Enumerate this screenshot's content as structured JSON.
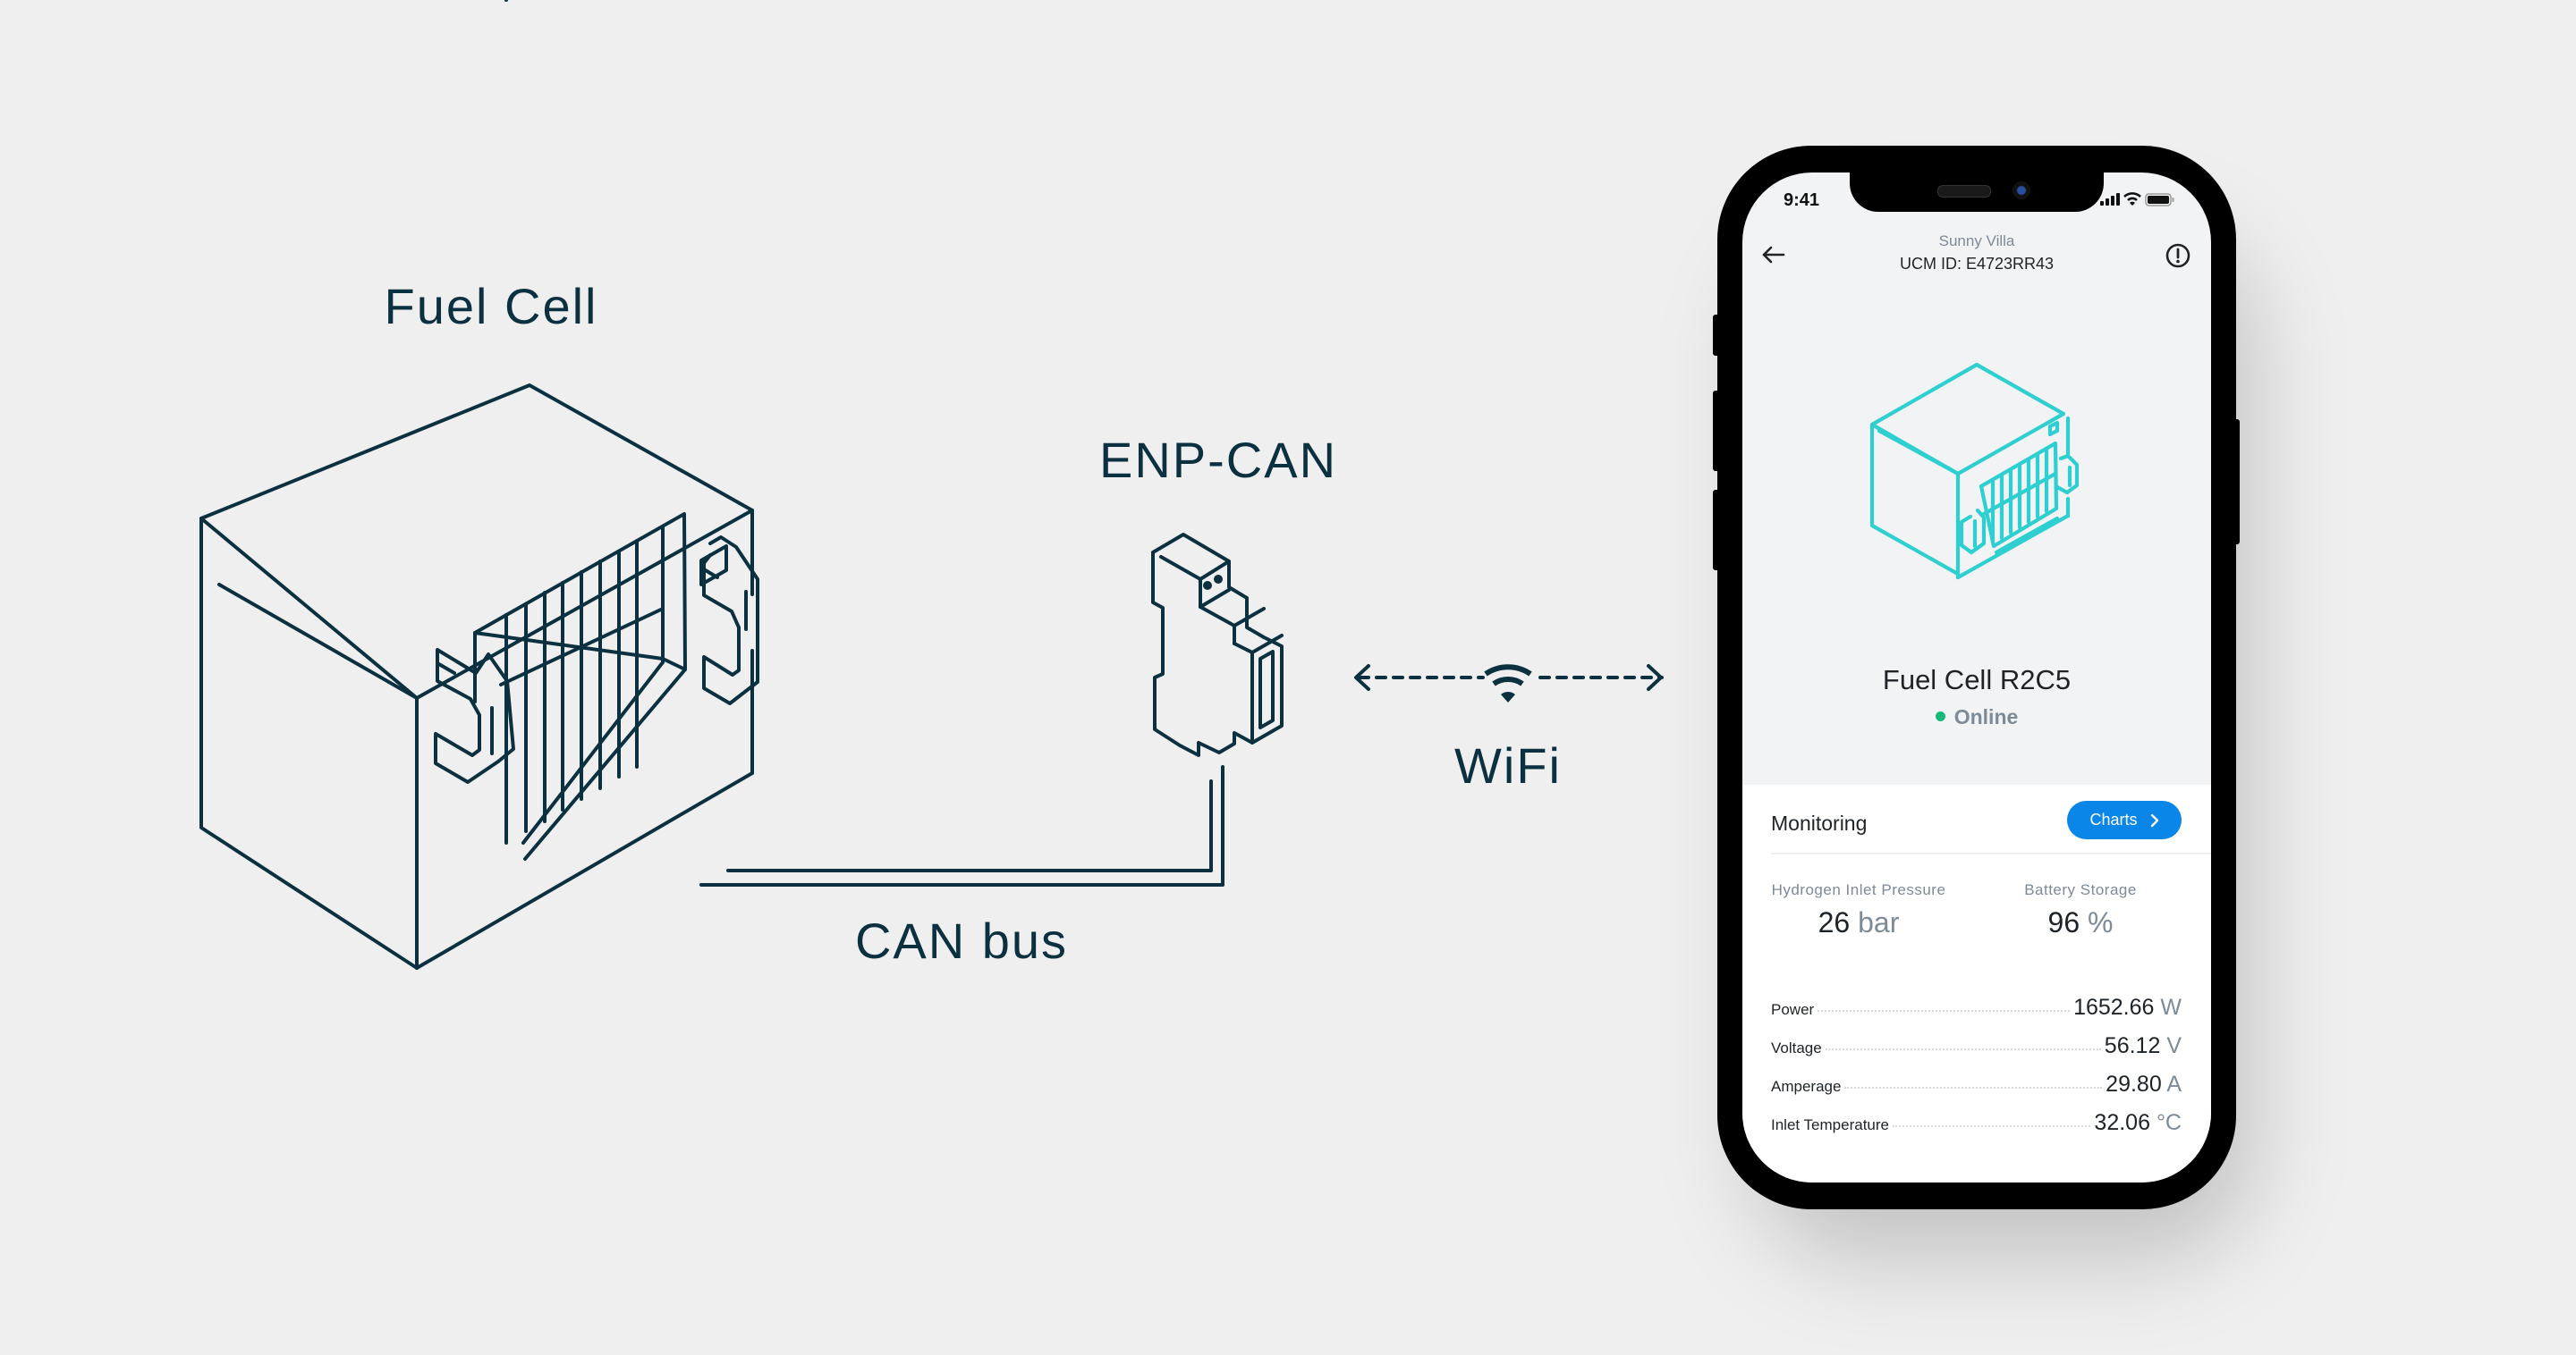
{
  "diagram": {
    "labels": {
      "fuel_cell": "Fuel Cell",
      "enp_can": "ENP-CAN",
      "wifi": "WiFi",
      "can_bus": "CAN bus"
    },
    "colors": {
      "line": "#0b3040",
      "background": "#efefef",
      "accent_teal": "#2ecfd0"
    },
    "connections": [
      {
        "from": "Fuel Cell",
        "to": "ENP-CAN",
        "label": "CAN bus",
        "style": "double-solid"
      },
      {
        "from": "ENP-CAN",
        "to": "Phone App",
        "label": "WiFi",
        "style": "dashed-bidirectional"
      }
    ]
  },
  "phone": {
    "status_bar": {
      "time": "9:41",
      "icons": [
        "signal-icon",
        "wifi-icon",
        "battery-icon"
      ]
    },
    "header": {
      "subtitle": "Sunny Villa",
      "title": "UCM ID: E4723RR43",
      "back_icon": "arrow-left-icon",
      "alert_icon": "exclamation-circle-icon"
    },
    "device": {
      "name": "Fuel Cell R2C5",
      "status": "Online",
      "status_color": "#17b978"
    },
    "monitoring": {
      "title": "Monitoring",
      "charts_button": "Charts",
      "charts_button_color": "#0a86e8",
      "kpis": [
        {
          "label": "Hydrogen Inlet Pressure",
          "value": "26",
          "unit": "bar"
        },
        {
          "label": "Battery Storage",
          "value": "96",
          "unit": "%"
        }
      ],
      "metrics": [
        {
          "label": "Power",
          "value": "1652.66",
          "unit": "W"
        },
        {
          "label": "Voltage",
          "value": "56.12",
          "unit": "V"
        },
        {
          "label": "Amperage",
          "value": "29.80",
          "unit": "A"
        },
        {
          "label": "Inlet Temperature",
          "value": "32.06",
          "unit": "°C"
        }
      ]
    }
  }
}
